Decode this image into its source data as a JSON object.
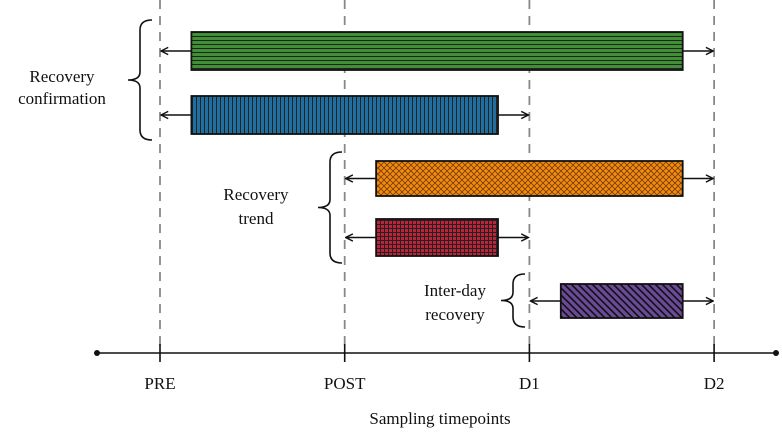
{
  "chart_data": {
    "type": "timeline",
    "xlabel": "Sampling timepoints",
    "timepoints": [
      "PRE",
      "POST",
      "D1",
      "D2"
    ],
    "groups": [
      {
        "label_lines": [
          "Recovery",
          "confirmation"
        ],
        "bars": [
          0,
          1
        ]
      },
      {
        "label_lines": [
          "Recovery",
          "trend"
        ],
        "bars": [
          2,
          3
        ]
      },
      {
        "label_lines": [
          "Inter-day",
          "recovery"
        ],
        "bars": [
          4
        ]
      }
    ],
    "bars": [
      {
        "from": 0,
        "to": 3,
        "box_start": 0.17,
        "box_end": 2.83,
        "color": "#3f8f35",
        "pattern": "horizontal-lines"
      },
      {
        "from": 0,
        "to": 2,
        "box_start": 0.17,
        "box_end": 1.83,
        "color": "#1f6fa0",
        "pattern": "vertical-lines"
      },
      {
        "from": 1,
        "to": 3,
        "box_start": 1.17,
        "box_end": 2.83,
        "color": "#f08c10",
        "pattern": "crosshatch"
      },
      {
        "from": 1,
        "to": 2,
        "box_start": 1.17,
        "box_end": 1.83,
        "color": "#c0223a",
        "pattern": "grid"
      },
      {
        "from": 2,
        "to": 3,
        "box_start": 2.17,
        "box_end": 2.83,
        "color": "#6a4a98",
        "pattern": "diagonal-lines"
      }
    ]
  }
}
